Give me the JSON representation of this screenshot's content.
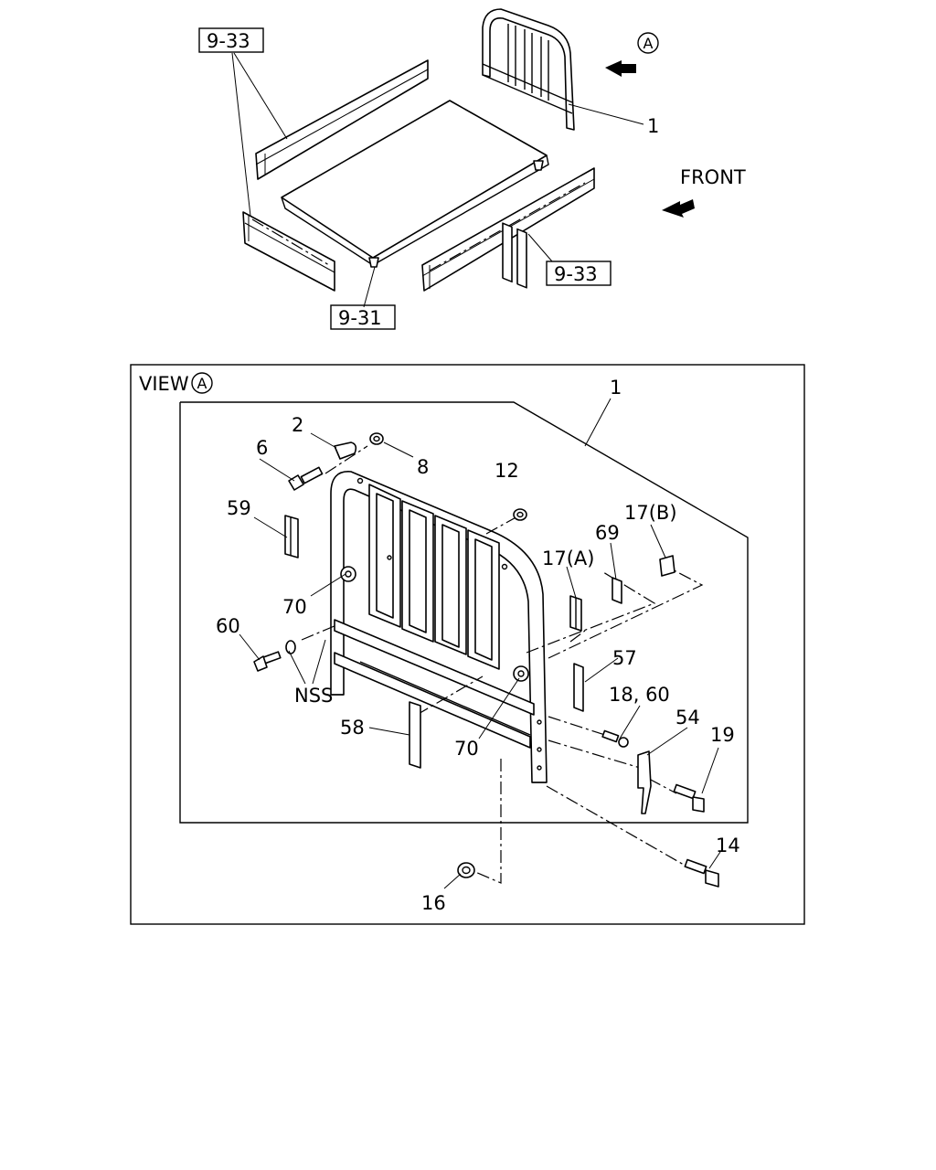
{
  "overview": {
    "ref_box_top_left": "9-33",
    "ref_box_right": "9-33",
    "ref_box_bottom": "9-31",
    "callout_headboard": "1",
    "view_marker": "A",
    "front_label": "FRONT"
  },
  "view_a": {
    "title": "VIEW",
    "marker": "A",
    "parts": {
      "p1": "1",
      "p2": "2",
      "p6": "6",
      "p8": "8",
      "p12": "12",
      "p17b": "17(B)",
      "p69": "69",
      "p17a": "17(A)",
      "p59": "59",
      "p70_left": "70",
      "p60": "60",
      "p57": "57",
      "pnss": "NSS",
      "p18_60": "18, 60",
      "p54": "54",
      "p19": "19",
      "p58": "58",
      "p70_right": "70",
      "p14": "14",
      "p16": "16"
    }
  }
}
